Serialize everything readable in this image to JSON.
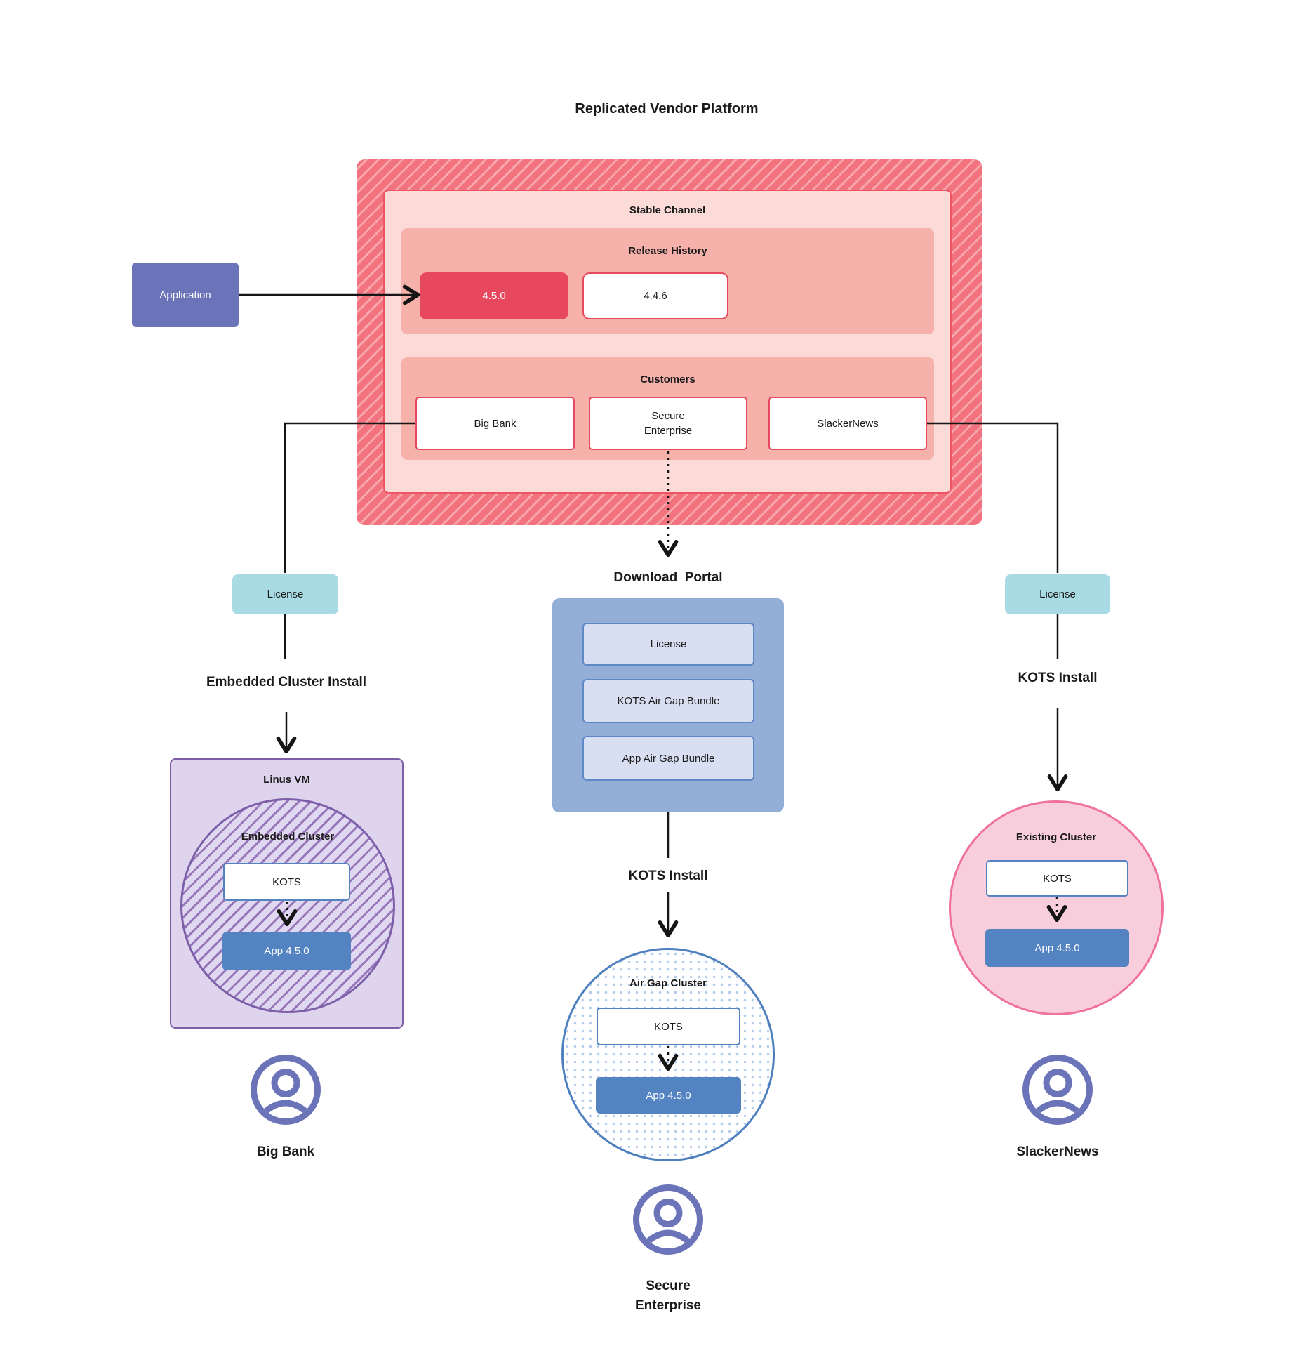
{
  "title": "Replicated Vendor Platform",
  "platform": {
    "channel": {
      "label": "Stable Channel"
    },
    "release_history": {
      "label": "Release History",
      "releases": [
        "4.5.0",
        "4.4.6"
      ]
    },
    "customers": {
      "label": "Customers",
      "items": [
        "Big Bank",
        "Secure Enterprise",
        "SlackerNews"
      ]
    }
  },
  "application": {
    "label": "Application"
  },
  "portal": {
    "title": "Download  Portal",
    "items": [
      "License",
      "KOTS Air Gap Bundle",
      "App Air Gap Bundle"
    ]
  },
  "flows": {
    "left": {
      "license": "License",
      "install": "Embedded Cluster Install",
      "container": "Linus VM",
      "cluster": "Embedded Cluster",
      "kots": "KOTS",
      "app": "App 4.5.0",
      "user": "Big Bank"
    },
    "middle": {
      "install": "KOTS Install",
      "cluster": "Air Gap Cluster",
      "kots": "KOTS",
      "app": "App 4.5.0",
      "user": "Secure Enterprise"
    },
    "right": {
      "license": "License",
      "install": "KOTS Install",
      "cluster": "Existing Cluster",
      "kots": "KOTS",
      "app": "App 4.5.0",
      "user": "SlackerNews"
    }
  },
  "colors": {
    "accent_red": "#E8485E",
    "hatch_dark": "#F2737E",
    "hatch_light": "#F8A7AE",
    "panel_pink": "#FBDAD8",
    "panel_salmon": "#F6B1AB",
    "app_indigo": "#6B74B8",
    "license_teal": "#A8DBE3",
    "portal_blue": "#93AED7",
    "portal_item_blue": "#D9DFF2",
    "kots_blue": "#5483C1",
    "purple_border": "#7C5FA8",
    "purple_fill": "#DED4EE",
    "pink_border": "#F0709F",
    "pink_fill": "#F8CEDC",
    "icon_indigo": "#6B74B8",
    "line_black": "#151515"
  }
}
